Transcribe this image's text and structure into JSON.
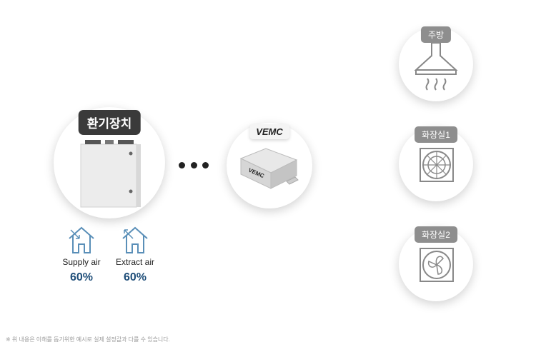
{
  "device": {
    "label": "환기장치"
  },
  "controller": {
    "label": "VEMC",
    "device_text": "VEMC"
  },
  "rooms": [
    {
      "label": "주방"
    },
    {
      "label": "화장실1"
    },
    {
      "label": "화장실2"
    }
  ],
  "airflow": [
    {
      "label": "Supply air",
      "value": "60%"
    },
    {
      "label": "Extract air",
      "value": "60%"
    }
  ],
  "footnote": "※ 위 내용은 이해를 돕기위한 예시로 실제 설정값과 다를 수 있습니다.",
  "colors": {
    "accent": "#1f4e79",
    "icon": "#5a8fb8"
  }
}
